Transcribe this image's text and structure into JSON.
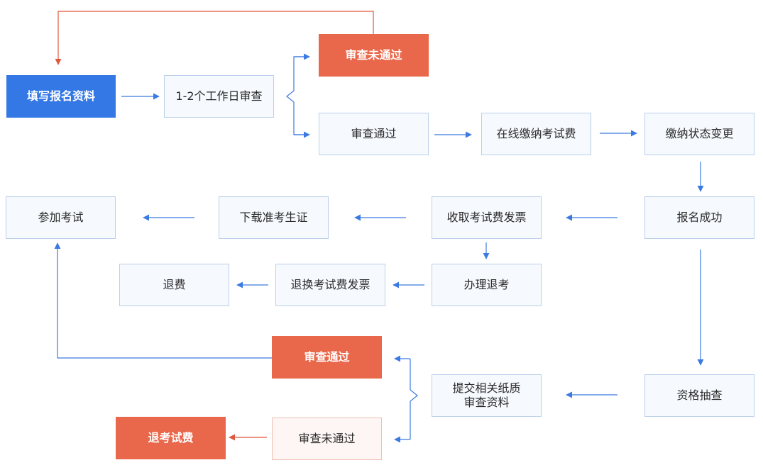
{
  "colors": {
    "primary": "#3478e5",
    "warning": "#e9674a",
    "node_bg": "#f6f9fd",
    "node_border": "#bcd0ea",
    "arrow_blue": "#3b7ae0",
    "arrow_red": "#e0583c"
  },
  "nodes": {
    "fill_info": "填写报名资料",
    "review_1_2_days": "1-2个工作日审查",
    "review_fail_top": "审查未通过",
    "review_pass_top": "审查通过",
    "pay_online": "在线缴纳考试费",
    "payment_status": "缴纳状态变更",
    "signup_success": "报名成功",
    "receive_invoice": "收取考试费发票",
    "download_admission": "下载准考生证",
    "take_exam": "参加考试",
    "withdraw": "办理退考",
    "exchange_invoice": "退换考试费发票",
    "refund": "退费",
    "qualification_check": "资格抽查",
    "submit_paper_docs": "提交相关纸质\n审查资料",
    "review_pass_bottom": "审查通过",
    "review_fail_bottom": "审查未通过",
    "refund_exam_fee": "退考试费"
  }
}
